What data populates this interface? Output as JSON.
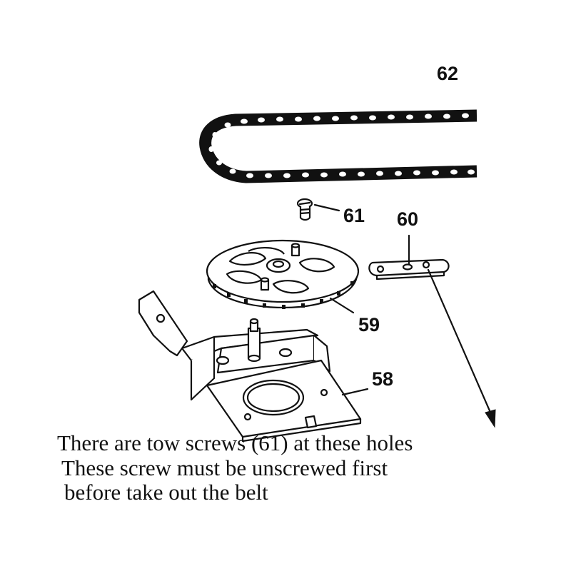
{
  "callouts": {
    "belt": "62",
    "screw": "61",
    "bracket": "60",
    "pulley": "59",
    "chassis": "58"
  },
  "note": {
    "line1": "There are tow screws (61) at these holes",
    "line2": "These screw must be unscrewed first",
    "line3": "before take out the belt"
  },
  "colors": {
    "ink": "#111111",
    "background": "#ffffff"
  }
}
